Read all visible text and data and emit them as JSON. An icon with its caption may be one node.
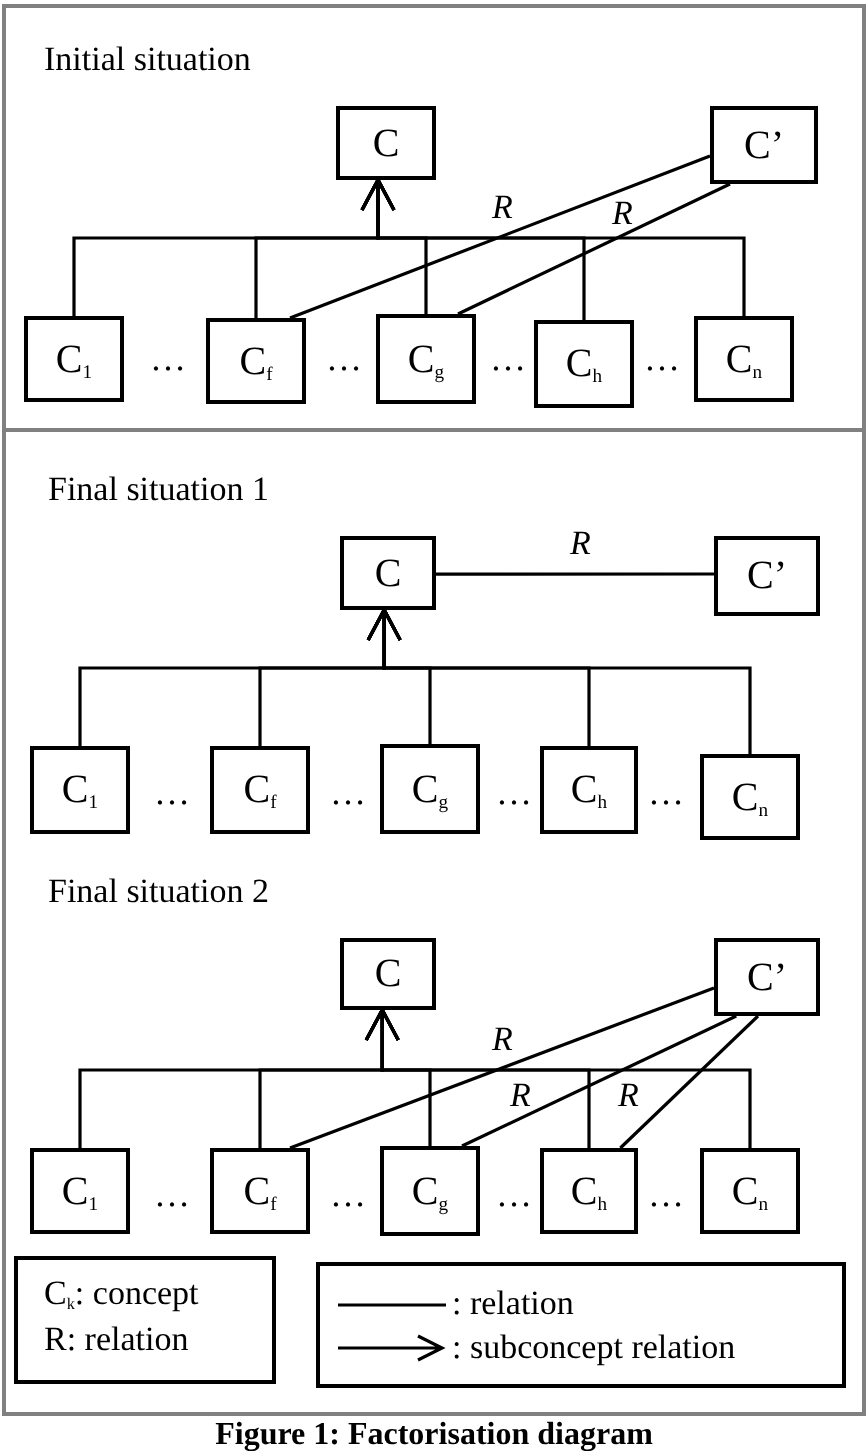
{
  "diagram": {
    "caption": "Figure 1: Factorisation diagram",
    "nodes": [
      {
        "text": [
          "Initial situation"
        ]
      },
      {
        "text": [
          "C"
        ],
        "in": 0
      },
      {
        "text": [
          "C’"
        ],
        "in": 0
      },
      {
        "text": [
          "C$_{1}$"
        ],
        "in": 0
      },
      {
        "text": [
          "C$_{f}$"
        ],
        "in": 0
      },
      {
        "text": [
          "C$_{g}$"
        ],
        "in": 0
      },
      {
        "text": [
          "C$_{h}$"
        ],
        "in": 0
      },
      {
        "text": [
          "C$_{n}$"
        ],
        "in": 0
      },
      {
        "text": [
          "Final situation 1",
          "Final situation 2"
        ]
      },
      {
        "text": [
          "C"
        ],
        "in": 8
      },
      {
        "text": [
          "C’"
        ],
        "in": 8
      },
      {
        "text": [
          "C$_{1}$"
        ],
        "in": 8
      },
      {
        "text": [
          "C$_{f}$"
        ],
        "in": 8
      },
      {
        "text": [
          "C$_{g}$"
        ],
        "in": 8
      },
      {
        "text": [
          "C$_{h}$"
        ],
        "in": 8
      },
      {
        "text": [
          "C$_{n}$"
        ],
        "in": 8
      },
      {
        "text": [
          "C"
        ],
        "in": 8
      },
      {
        "text": [
          "C’"
        ],
        "in": 8
      },
      {
        "text": [
          "C$_{1}$"
        ],
        "in": 8
      },
      {
        "text": [
          "C$_{f}$"
        ],
        "in": 8
      },
      {
        "text": [
          "C$_{g}$"
        ],
        "in": 8
      },
      {
        "text": [
          "C$_{h}$"
        ],
        "in": 8
      },
      {
        "text": [
          "C$_{n}$"
        ],
        "in": 8
      }
    ],
    "edges": [
      {
        "from": 3,
        "to": 1,
        "arrow": "to"
      },
      {
        "from": 4,
        "to": 1,
        "arrow": "to"
      },
      {
        "from": 5,
        "to": 1,
        "arrow": "to"
      },
      {
        "from": 6,
        "to": 1,
        "arrow": "to"
      },
      {
        "from": 7,
        "to": 1,
        "arrow": "to"
      },
      {
        "from": 4,
        "to": 2,
        "arrow": "none",
        "label": "R"
      },
      {
        "from": 5,
        "to": 2,
        "arrow": "none",
        "label": "R"
      },
      {
        "from": 11,
        "to": 9,
        "arrow": "to"
      },
      {
        "from": 12,
        "to": 9,
        "arrow": "to"
      },
      {
        "from": 13,
        "to": 9,
        "arrow": "to"
      },
      {
        "from": 14,
        "to": 9,
        "arrow": "to"
      },
      {
        "from": 15,
        "to": 9,
        "arrow": "to"
      },
      {
        "from": 9,
        "to": 10,
        "arrow": "none",
        "label": "R"
      },
      {
        "from": 18,
        "to": 16,
        "arrow": "to"
      },
      {
        "from": 19,
        "to": 16,
        "arrow": "to"
      },
      {
        "from": 20,
        "to": 16,
        "arrow": "to"
      },
      {
        "from": 21,
        "to": 16,
        "arrow": "to"
      },
      {
        "from": 22,
        "to": 16,
        "arrow": "to"
      },
      {
        "from": 19,
        "to": 17,
        "arrow": "none",
        "label": "R"
      },
      {
        "from": 20,
        "to": 17,
        "arrow": "none",
        "label": "R"
      },
      {
        "from": 21,
        "to": 17,
        "arrow": "none",
        "label": "R"
      }
    ],
    "labels": [
      "…",
      "…",
      "…",
      "…",
      "…",
      "…",
      "…",
      "…",
      "…",
      "…",
      "…",
      "…",
      "C$_{k}$: concept",
      "R: relation"
    ],
    "legend": [
      {
        "text": ": relation"
      },
      {
        "text": ": subconcept relation"
      }
    ]
  }
}
